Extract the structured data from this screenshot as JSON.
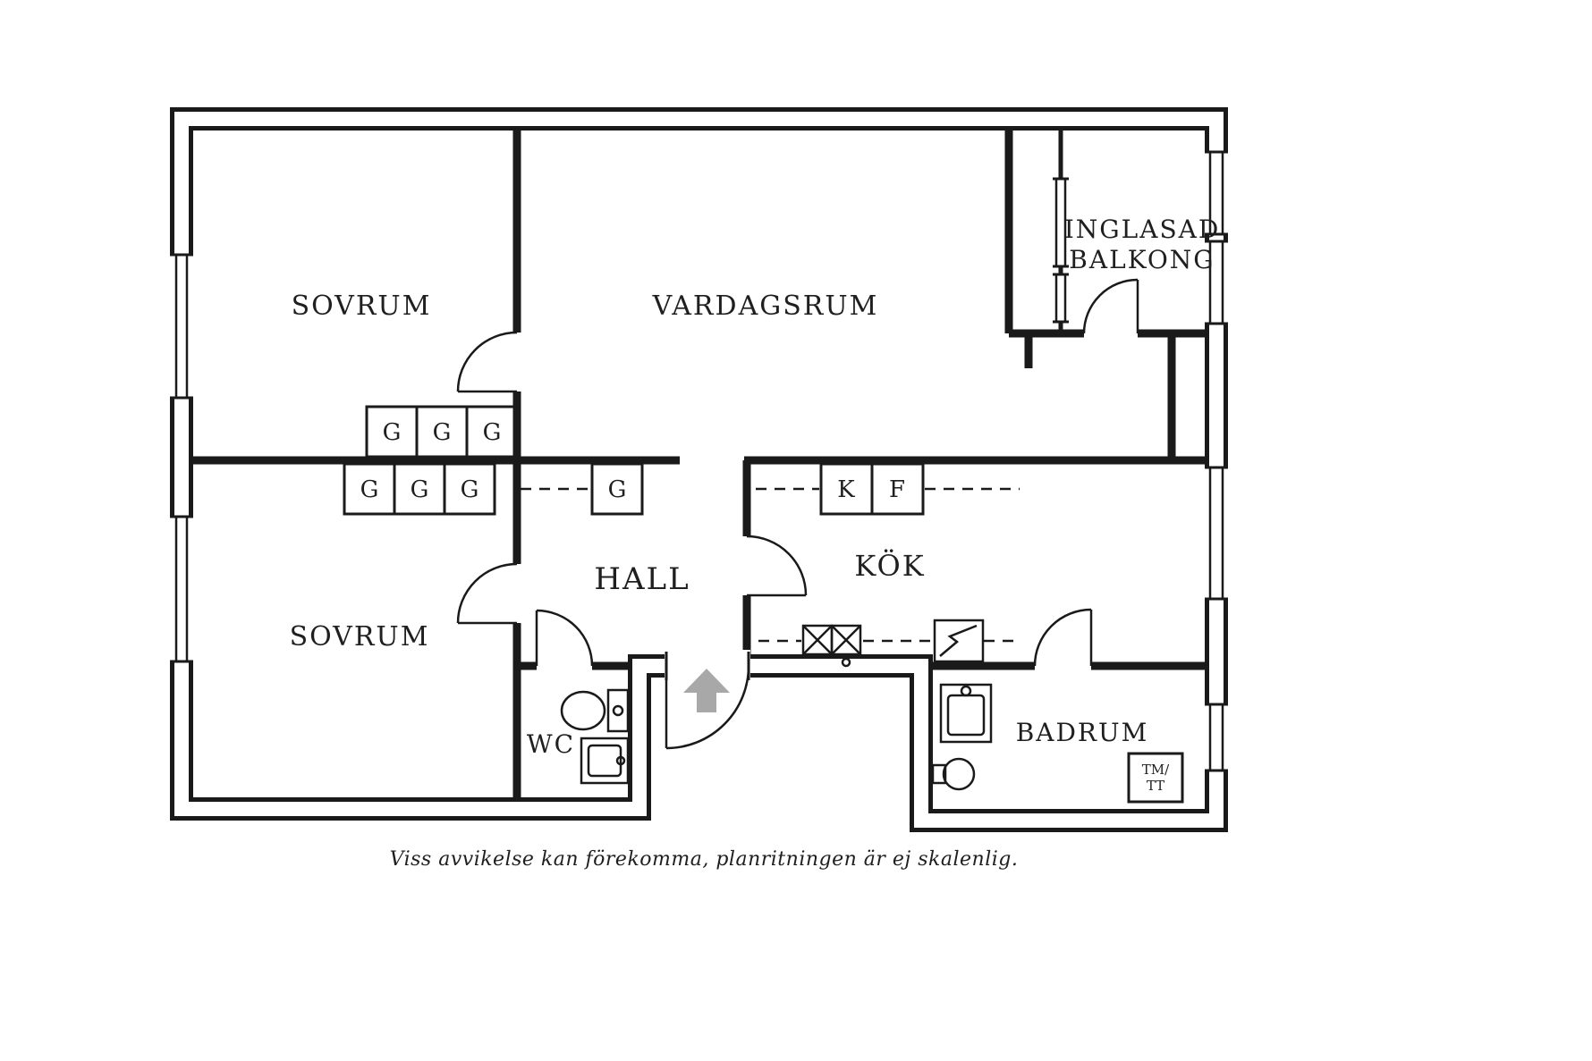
{
  "page": {
    "caption": "Viss avvikelse kan förekomma, planritningen är ej skalenlig."
  },
  "floorplan": {
    "rooms": {
      "bedroom1": {
        "label": "SOVRUM"
      },
      "living": {
        "label": "VARDAGSRUM"
      },
      "balcony": {
        "line1": "INGLASAD",
        "line2": "BALKONG"
      },
      "bedroom2": {
        "label": "SOVRUM"
      },
      "hall": {
        "label": "HALL"
      },
      "kitchen": {
        "label": "KÖK"
      },
      "wc": {
        "label": "WC"
      },
      "bathroom": {
        "label": "BADRUM"
      }
    },
    "fixtures": {
      "wardrobe": "G",
      "fridge": "K",
      "freezer": "F",
      "washer_line1": "TM/",
      "washer_line2": "TT"
    },
    "icons": {
      "entrance_arrow": "up-arrow"
    },
    "colors": {
      "wall": "#1a1a1a",
      "text": "#1f1f1f",
      "arrow": "#a8a8a8"
    }
  }
}
